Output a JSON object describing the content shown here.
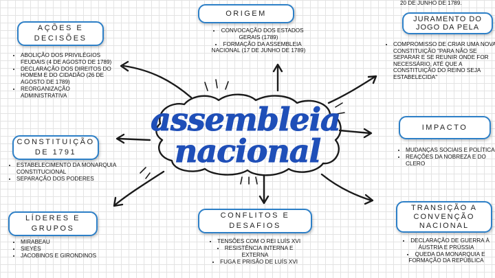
{
  "center": {
    "title_line1": "assembleia",
    "title_line2": "nacional"
  },
  "origem": {
    "title": "ORIGEM",
    "items": [
      "CONVOCAÇÃO DOS ESTADOS GERAIS (1789)",
      "FORMAÇÃO DA ASSEMBLEIA NACIONAL (17 DE JUNHO DE 1789)"
    ]
  },
  "acoes": {
    "title_line1": "AÇÕES E",
    "title_line2": "DECISÕES",
    "items": [
      "ABOLIÇÃO DOS PRIVILÉGIOS FEUDAIS (4 DE AGOSTO DE 1789)",
      "DECLARAÇÃO DOS DIREITOS DO HOMEM E DO CIDADÃO (26 DE AGOSTO DE 1789)",
      "REORGANIZAÇÃO ADMINISTRATIVA"
    ]
  },
  "juramento": {
    "top_text": "20 DE JUNHO DE 1789.",
    "title_line1": "JURAMENTO DO",
    "title_line2": "JOGO DA PELA",
    "items": [
      "COMPROMISSO DE CRIAR UMA NOVA CONSTITUIÇÃO \"PARA NÃO SE SEPARAR E SE REUNIR ONDE FOR NECESSÁRIO, ATÉ QUE A CONSTITUIÇÃO DO REINO SEJA ESTABELECIDA\""
    ]
  },
  "constituicao": {
    "title_line1": "CONSTITUIÇÃO",
    "title_line2": "DE 1791",
    "items": [
      "ESTABELECIMENTO DA MONARQUIA CONSTITUCIONAL",
      "SEPARAÇÃO DOS PODERES"
    ]
  },
  "impacto": {
    "title": "IMPACTO",
    "items": [
      "MUDANÇAS SOCIAIS E POLÍTICAS",
      "REAÇÕES DA NOBREZA E DO CLERO"
    ]
  },
  "lideres": {
    "title_line1": "LÍDERES E",
    "title_line2": "GRUPOS",
    "items": [
      "MIRABEAU",
      "SIEYÈS",
      "JACOBINOS E GIRONDINOS"
    ]
  },
  "conflitos": {
    "title_line1": "CONFLITOS E",
    "title_line2": "DESAFIOS",
    "items": [
      "TENSÕES COM O REI LUÍS XVI",
      "RESISTÊNCIA INTERNA E EXTERNA",
      "FUGA E PRISÃO DE LUÍS XVI"
    ]
  },
  "transicao": {
    "title_line1": "TRANSIÇÃO A",
    "title_line2": "CONVENÇÃO",
    "title_line3": "NACIONAL",
    "items": [
      "DECLARAÇÃO DE GUERRA À ÁUSTRIA E PRÚSSIA",
      "QUEDA DA MONARQUIA E FORMAÇÃO DA REPÚBLICA"
    ]
  },
  "colors": {
    "accent": "#2c7fc7",
    "title": "#1f4fb8"
  }
}
